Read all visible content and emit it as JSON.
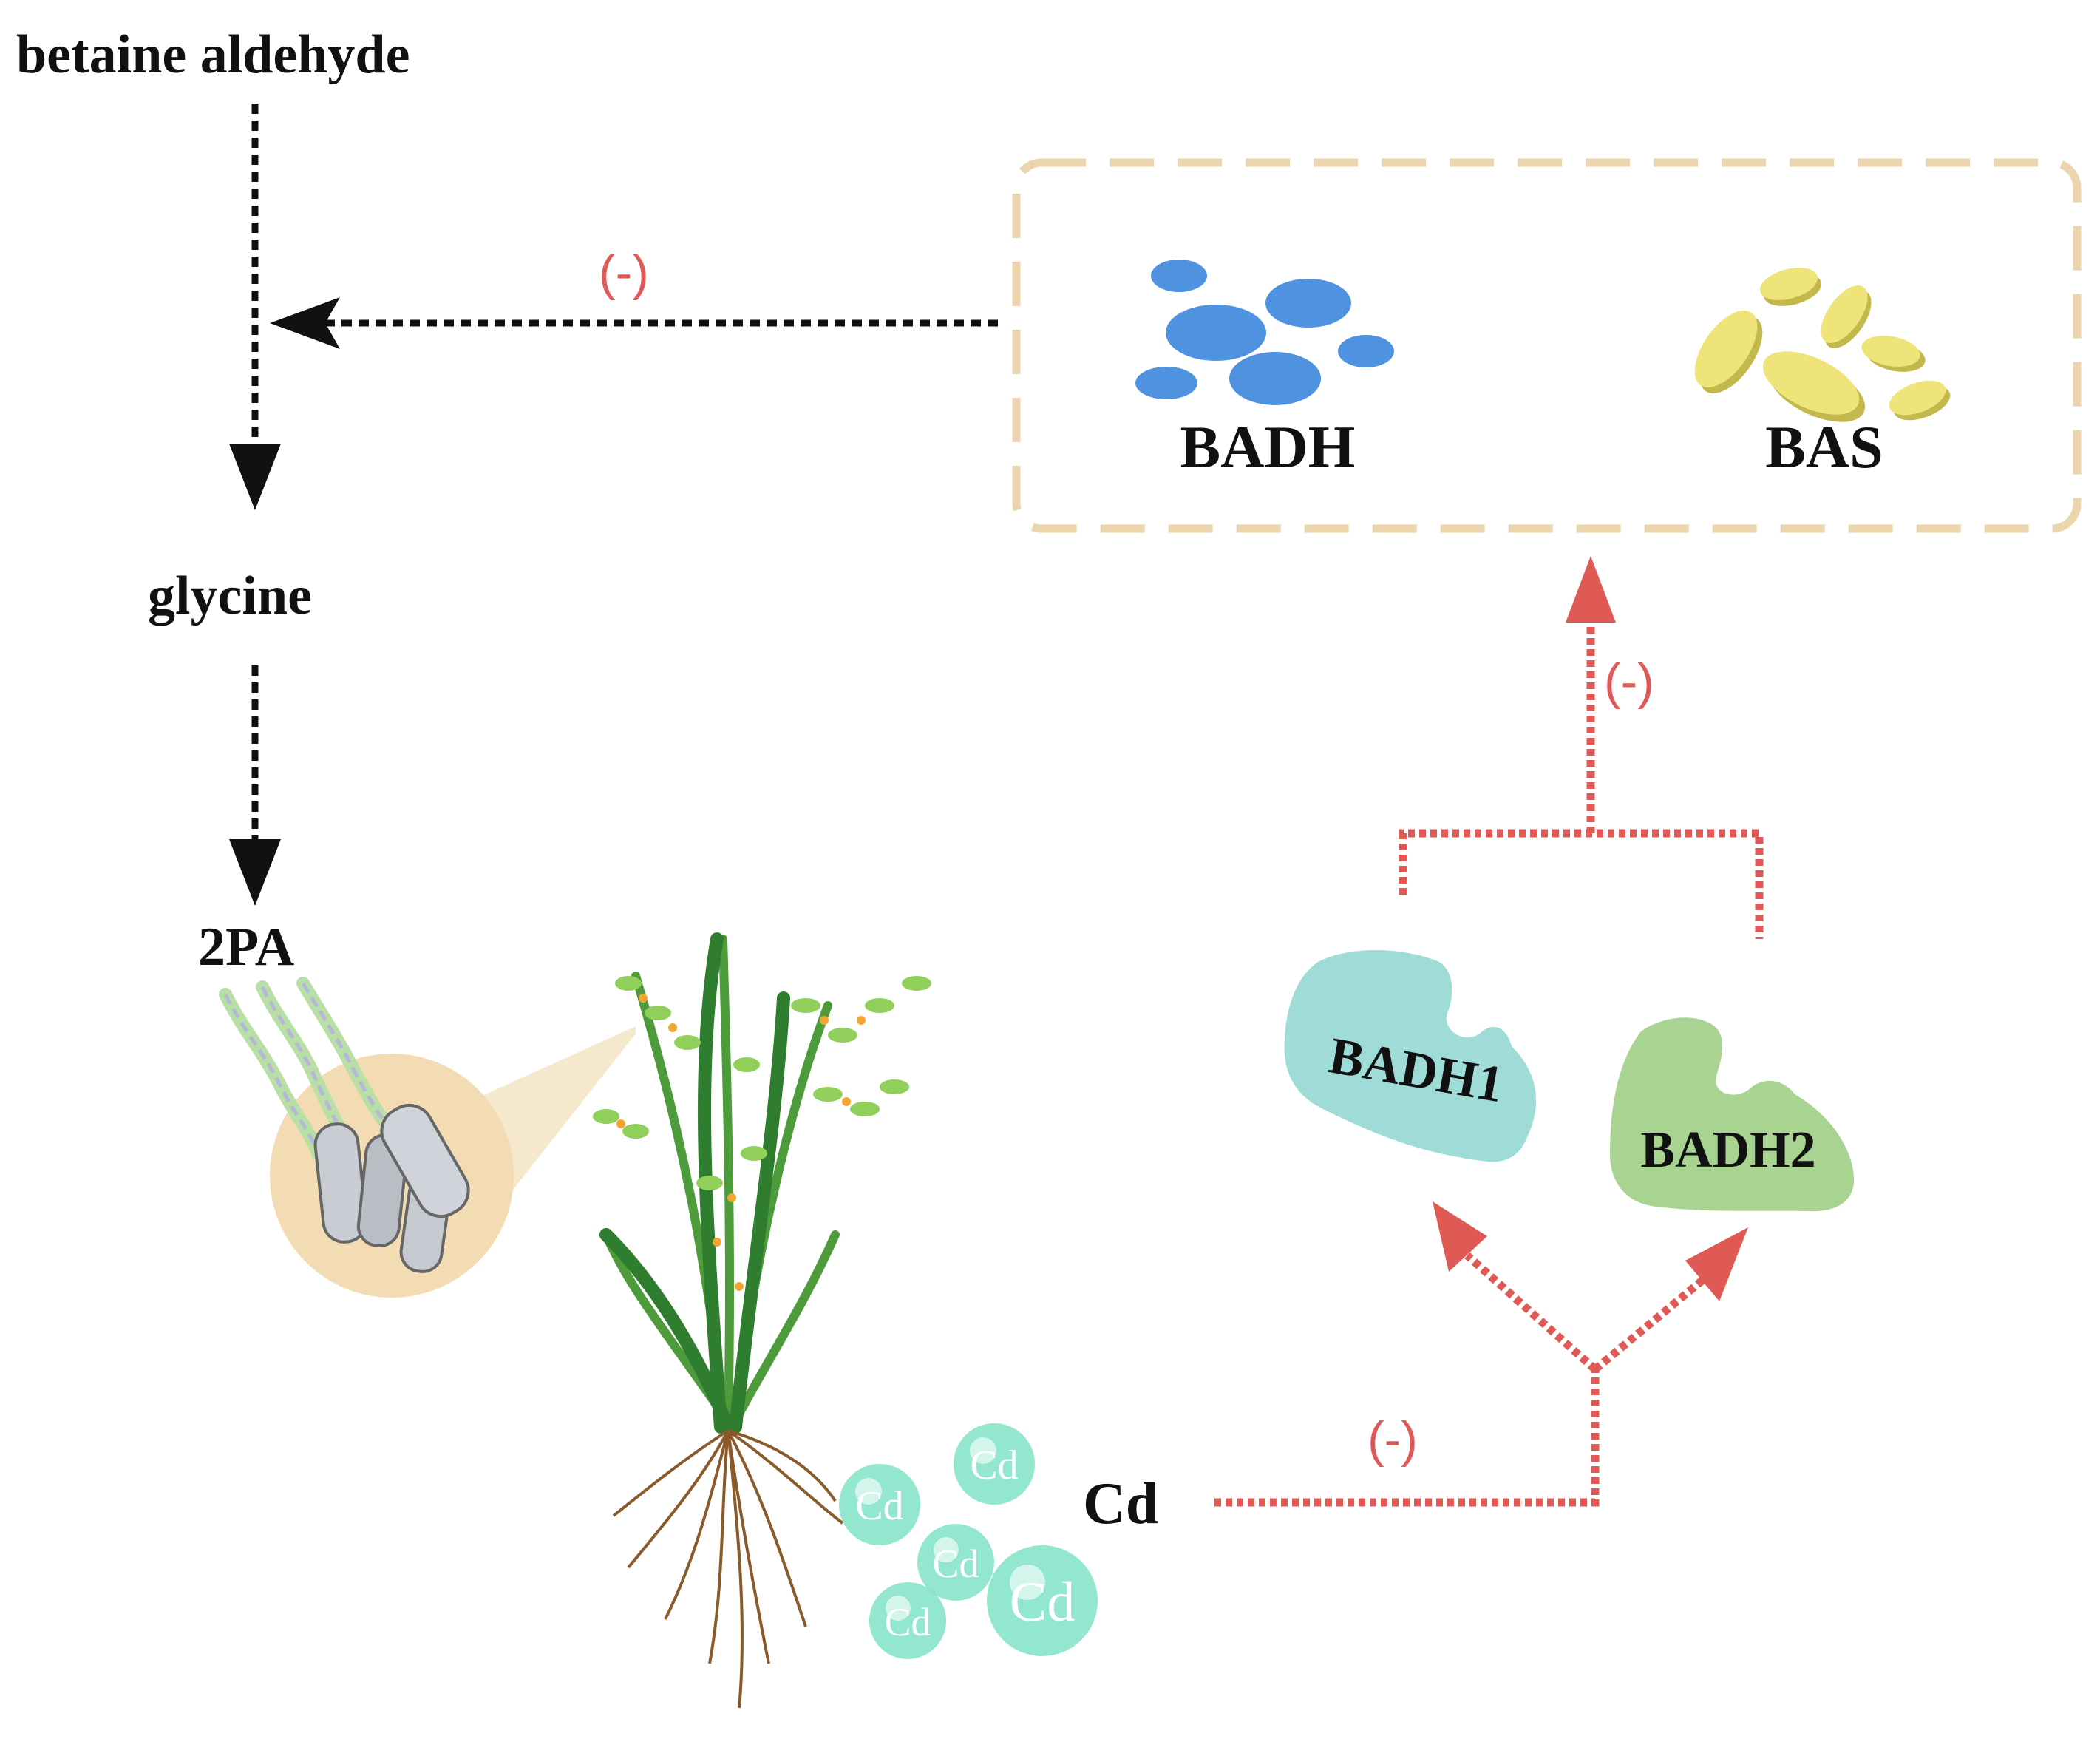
{
  "pathway": {
    "betaine_aldehyde": "betaine aldehyde",
    "glycine": "glycine",
    "product": "2PA"
  },
  "enzymes": {
    "badh": "BADH",
    "bas": "BAS",
    "badh1": "BADH1",
    "badh2": "BADH2"
  },
  "cadmium": {
    "label": "Cd",
    "ion_label": "Cd"
  },
  "inhibition": {
    "to_glycine": "(-)",
    "to_enzymes": "(-)",
    "from_cd": "(-)"
  },
  "colors": {
    "black_arrow": "#111111",
    "red_arrow": "#e05a55",
    "box_border": "#ecd5ac",
    "badh_blue": "#4f92e0",
    "bas_yellow": "#efe47a",
    "badh1_teal": "#9fdcd8",
    "badh2_green": "#a9d391",
    "cd_ion": "#7fe3c6",
    "grain_circle": "#f3dcb4",
    "plant_green": "#4e9b3c"
  }
}
